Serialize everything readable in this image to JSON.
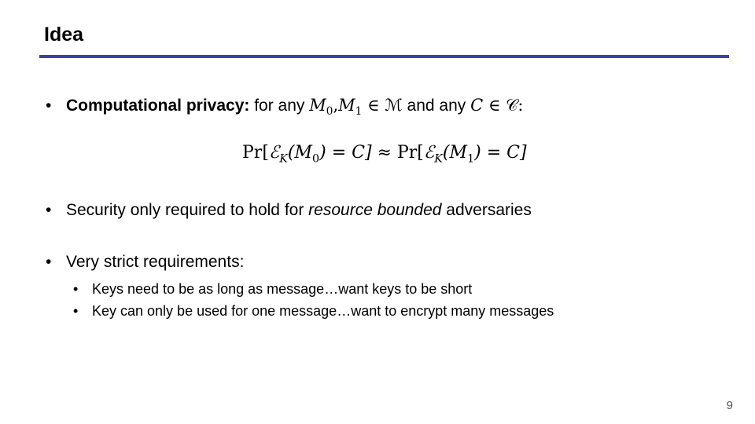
{
  "slide": {
    "title": "Idea",
    "page_number": "9",
    "accent_color": "#3f3fa8"
  },
  "bullets": [
    {
      "bold_lead": "Computational privacy:",
      "text_1": " for any ",
      "math_1": "M",
      "sub_1": "0",
      "sep": ",",
      "math_2": "M",
      "sub_2": "1",
      "rel_1": " ∈ ℳ",
      "text_2": " and any ",
      "math_3": "C",
      "rel_2": " ∈ 𝒞:",
      "formula": {
        "lhs_pr": "Pr[",
        "lhs_enc": "ℰ",
        "lhs_key": "K",
        "lhs_arg": "(M",
        "lhs_sub": "0",
        "lhs_end": ") = C]",
        "approx": " ≈ ",
        "rhs_pr": "Pr[",
        "rhs_enc": "ℰ",
        "rhs_key": "K",
        "rhs_arg": "(M",
        "rhs_sub": "1",
        "rhs_end": ") = C]"
      }
    },
    {
      "text_before": "Security only required to hold for ",
      "emphasis": "resource bounded",
      "text_after": " adversaries"
    },
    {
      "text": "Very strict requirements:",
      "sub_items": [
        "Keys need to be as long as message…want keys to be short",
        "Key can only be used for one message…want to encrypt many messages"
      ]
    }
  ],
  "bullet_symbol": "•"
}
